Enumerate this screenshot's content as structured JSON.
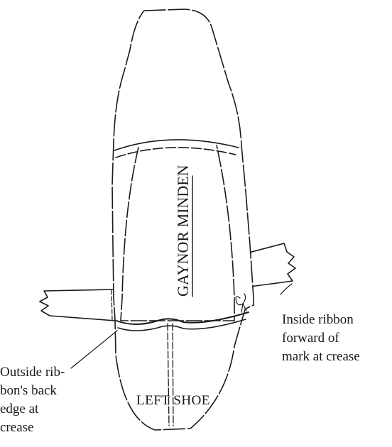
{
  "diagram": {
    "brand_text": "GAYNOR MINDEN",
    "labels": {
      "inside_ribbon": "Inside ribbon\nforward of\nmark at crease",
      "outside_ribbon": "Outside rib-\nbon's back\nedge at\ncrease",
      "shoe": "LEFT SHOE"
    }
  }
}
